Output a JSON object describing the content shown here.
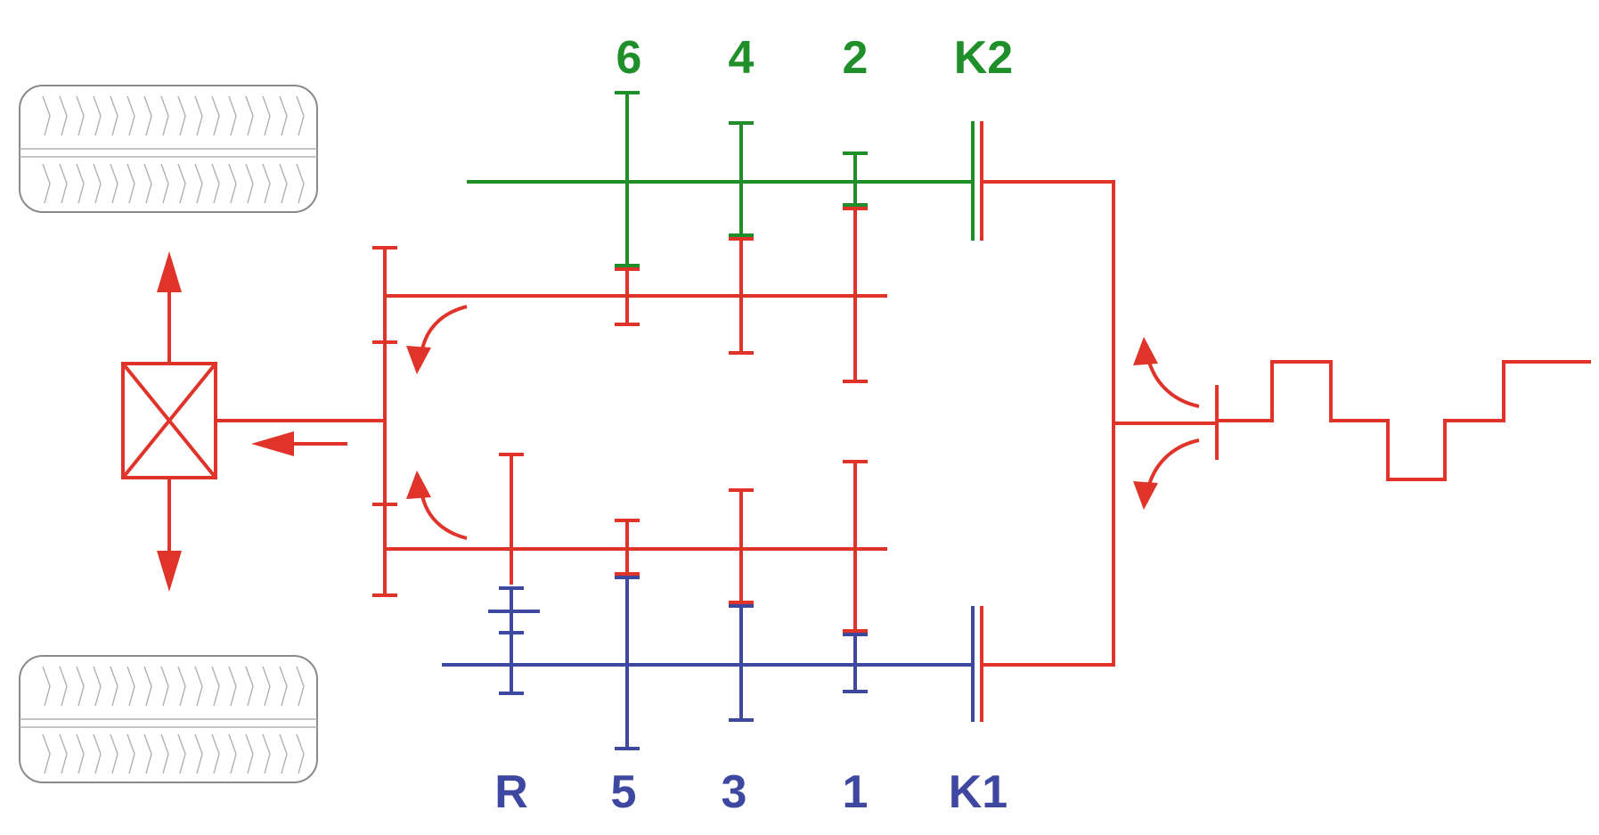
{
  "colors": {
    "red": "#e0342a",
    "green": "#1f8f2a",
    "blue": "#3f48a0",
    "tire": "#8a8a8a"
  },
  "labels": {
    "even_gears": [
      "6",
      "4",
      "2"
    ],
    "clutch_top": "K2",
    "odd_gears": [
      "R",
      "5",
      "3",
      "1"
    ],
    "clutch_bottom": "K1"
  },
  "icons": {
    "tire": "tire-icon",
    "differential": "differential-box-icon",
    "arrow": "arrow-icon"
  }
}
